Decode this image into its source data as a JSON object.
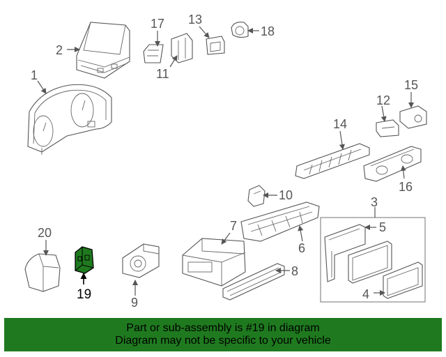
{
  "callouts": {
    "c1": "1",
    "c2": "2",
    "c3": "3",
    "c4": "4",
    "c5": "5",
    "c6": "6",
    "c7": "7",
    "c8": "8",
    "c9": "9",
    "c10": "10",
    "c11": "11",
    "c12": "12",
    "c13": "13",
    "c14": "14",
    "c15": "15",
    "c16": "16",
    "c17": "17",
    "c18": "18",
    "c19": "19",
    "c20": "20"
  },
  "highlight": {
    "part": "19",
    "color": "#1f7a1f"
  },
  "banner": {
    "line1": "Part or sub-assembly is #19 in diagram",
    "line2": "Diagram may not be specific to your vehicle",
    "color": "#1f7a1f"
  }
}
